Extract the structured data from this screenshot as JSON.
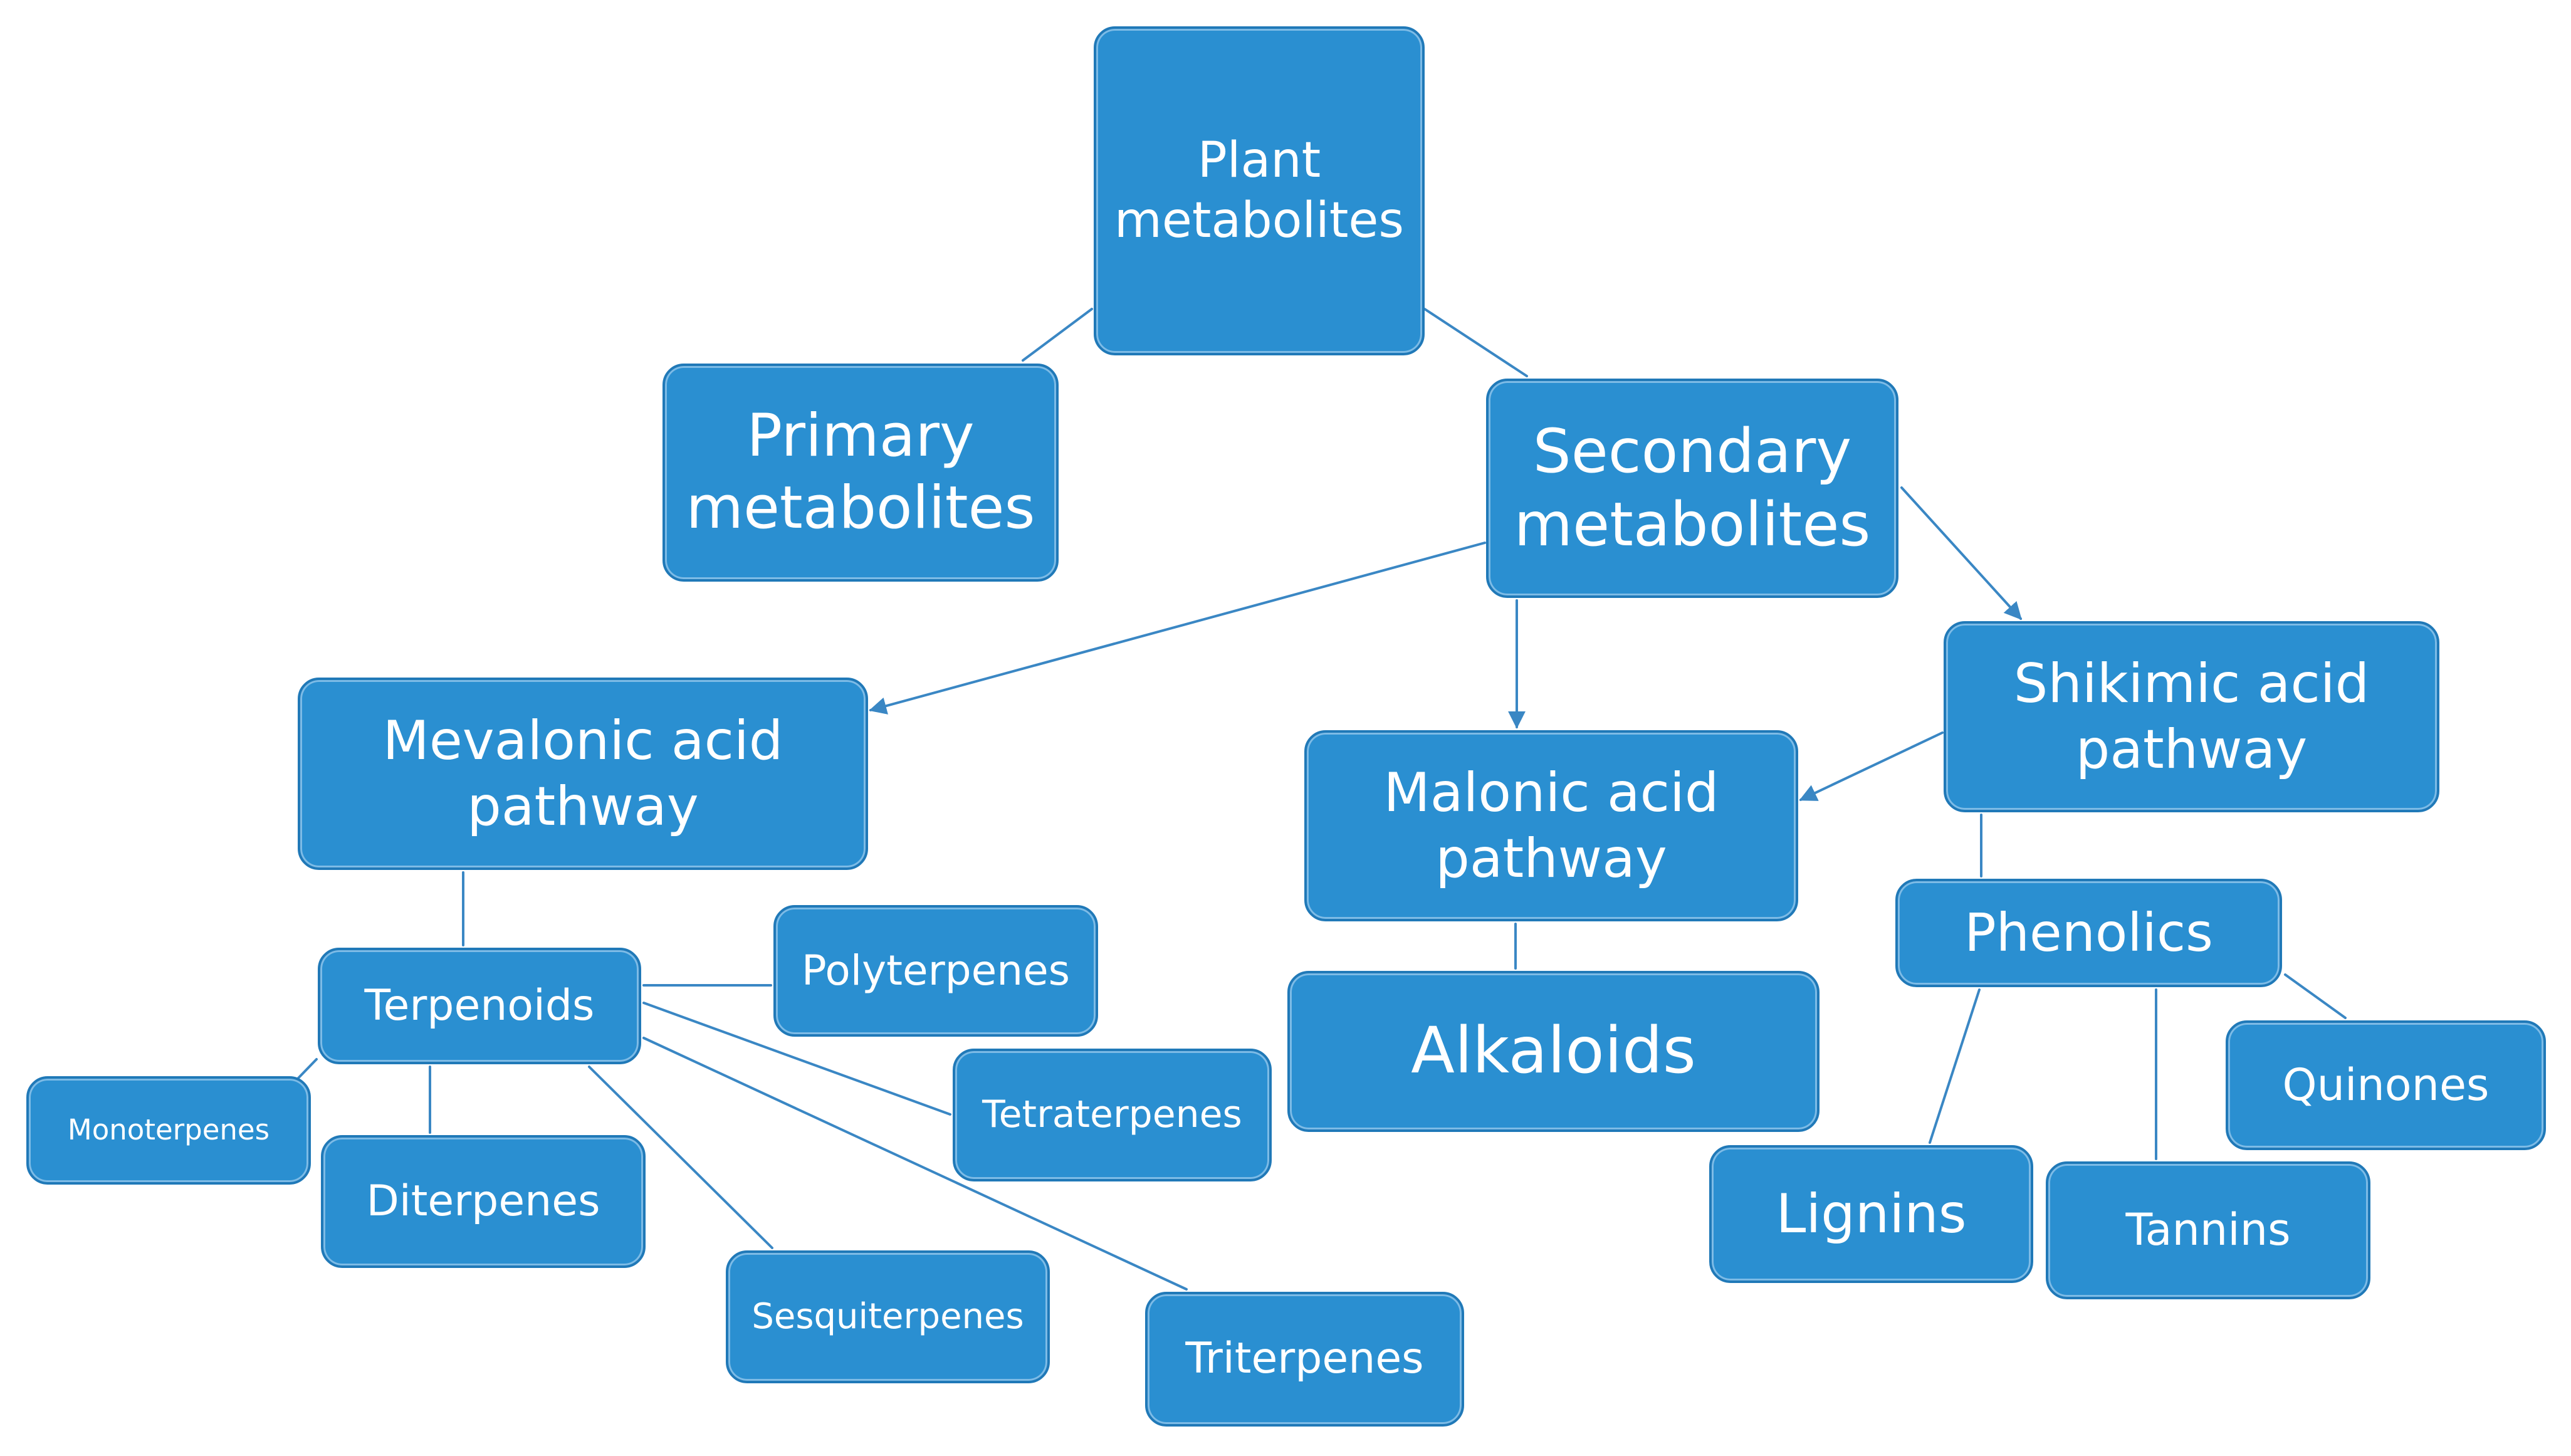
{
  "colors": {
    "node_fill": "#2a8fd1",
    "node_border": "#2079b8",
    "node_text": "#ffffff",
    "connector": "#3a87c4",
    "background": "#ffffff"
  },
  "nodes": {
    "plant_metabolites": "Plant metabolites",
    "primary_metabolites": "Primary metabolites",
    "secondary_metabolites": "Secondary metabolites",
    "mevalonic_acid_pathway": "Mevalonic acid pathway",
    "malonic_acid_pathway": "Malonic acid pathway",
    "shikimic_acid_pathway": "Shikimic acid pathway",
    "terpenoids": "Terpenoids",
    "polyterpenes": "Polyterpenes",
    "tetraterpenes": "Tetraterpenes",
    "monoterpenes": "Monoterpenes",
    "diterpenes": "Diterpenes",
    "sesquiterpenes": "Sesquiterpenes",
    "triterpenes": "Triterpenes",
    "alkaloids": "Alkaloids",
    "phenolics": "Phenolics",
    "quinones": "Quinones",
    "lignins": "Lignins",
    "tannins": "Tannins"
  },
  "edges": [
    {
      "from": "plant_metabolites",
      "to": "primary_metabolites",
      "arrow": false
    },
    {
      "from": "plant_metabolites",
      "to": "secondary_metabolites",
      "arrow": false
    },
    {
      "from": "secondary_metabolites",
      "to": "mevalonic_acid_pathway",
      "arrow": true
    },
    {
      "from": "secondary_metabolites",
      "to": "malonic_acid_pathway",
      "arrow": true
    },
    {
      "from": "secondary_metabolites",
      "to": "shikimic_acid_pathway",
      "arrow": true
    },
    {
      "from": "shikimic_acid_pathway",
      "to": "malonic_acid_pathway",
      "arrow": true
    },
    {
      "from": "mevalonic_acid_pathway",
      "to": "terpenoids",
      "arrow": false
    },
    {
      "from": "terpenoids",
      "to": "polyterpenes",
      "arrow": false
    },
    {
      "from": "terpenoids",
      "to": "tetraterpenes",
      "arrow": false
    },
    {
      "from": "terpenoids",
      "to": "monoterpenes",
      "arrow": false
    },
    {
      "from": "terpenoids",
      "to": "diterpenes",
      "arrow": false
    },
    {
      "from": "terpenoids",
      "to": "sesquiterpenes",
      "arrow": false
    },
    {
      "from": "terpenoids",
      "to": "triterpenes",
      "arrow": false
    },
    {
      "from": "malonic_acid_pathway",
      "to": "alkaloids",
      "arrow": false
    },
    {
      "from": "shikimic_acid_pathway",
      "to": "phenolics",
      "arrow": false
    },
    {
      "from": "phenolics",
      "to": "quinones",
      "arrow": false
    },
    {
      "from": "phenolics",
      "to": "lignins",
      "arrow": false
    },
    {
      "from": "phenolics",
      "to": "tannins",
      "arrow": false
    }
  ]
}
